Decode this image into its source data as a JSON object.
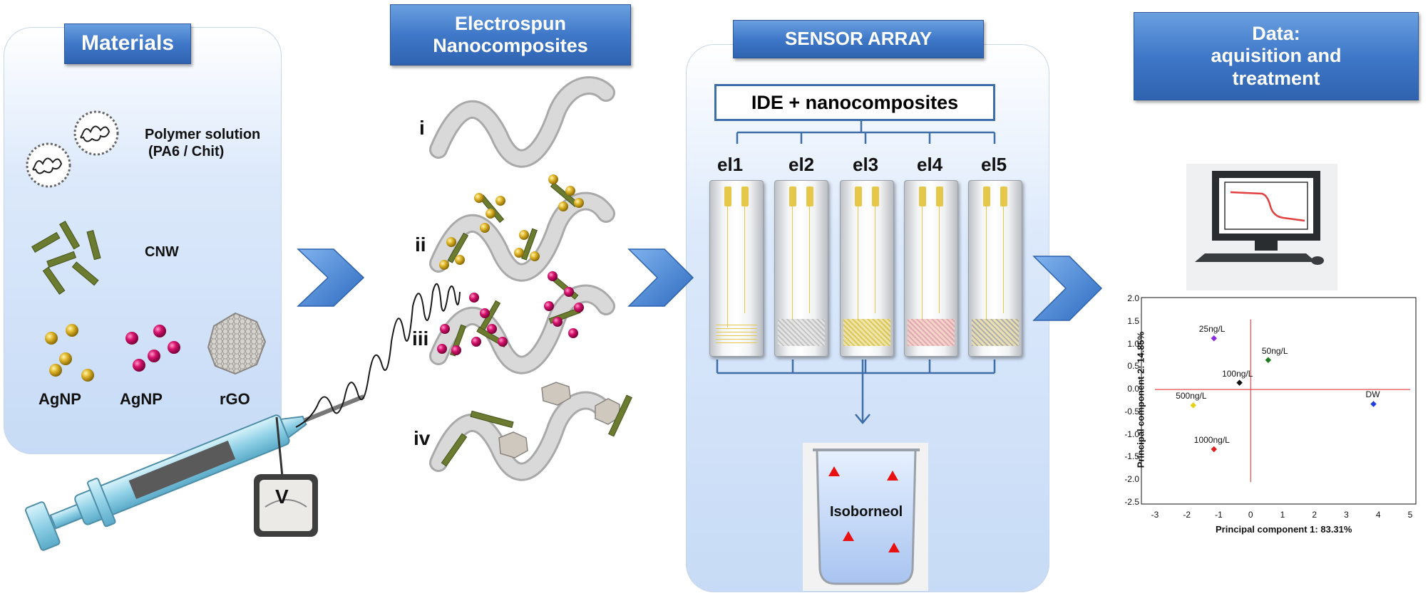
{
  "titles": {
    "materials": "Materials",
    "electrospun_line1": "Electrospun",
    "electrospun_line2": "Nanocomposites",
    "sensor_array": "SENSOR ARRAY",
    "data_line1": "Data:",
    "data_line2": "aquisition and",
    "data_line3": "treatment"
  },
  "materials": {
    "polymer_line1": "Polymer solution",
    "polymer_line2": "(PA6 / Chit)",
    "cnw": "CNW",
    "agnp1": "AgNP",
    "agnp2": "AgNP",
    "rgo": "rGO"
  },
  "fibers": [
    "i",
    "ii",
    "iii",
    "iv"
  ],
  "voltmeter": "V",
  "sensor": {
    "ide_label": "IDE + nanocomposites",
    "electrodes": [
      "el1",
      "el2",
      "el3",
      "el4",
      "el5"
    ],
    "beaker_label": "Isoborneol"
  },
  "colors": {
    "title_blue": "#3f78c8",
    "arrow_blue": "#3f7fd0",
    "gold_np": "#d4a61e",
    "pink_np": "#d6136e",
    "cnw_green": "#5b6b2a"
  },
  "chart_data": {
    "type": "scatter",
    "xlabel": "Principal component 1: 83.31%",
    "ylabel": "Principal component 2: 14.85%",
    "xlim": [
      -3,
      5
    ],
    "ylim": [
      -2.5,
      2.0
    ],
    "xticks": [
      "-3",
      "-2",
      "-1",
      "0",
      "1",
      "2",
      "3",
      "4",
      "5"
    ],
    "yticks": [
      "2.0",
      "1.5",
      "1.0",
      "0.5",
      "0.0",
      "-0.5",
      "-1.0",
      "-1.5",
      "-2.0",
      "-2.5"
    ],
    "points": [
      {
        "label": "25ng/L",
        "x": -1.15,
        "y": 1.13,
        "color": "#8a2be2"
      },
      {
        "label": "50ng/L",
        "x": 0.55,
        "y": 0.65,
        "color": "#1e7a1e"
      },
      {
        "label": "100ng/L",
        "x": -0.35,
        "y": 0.15,
        "color": "#111111"
      },
      {
        "label": "500ng/L",
        "x": -1.8,
        "y": -0.35,
        "color": "#e6d21a"
      },
      {
        "label": "1000ng/L",
        "x": -1.15,
        "y": -1.32,
        "color": "#e02020"
      },
      {
        "label": "DW",
        "x": 3.85,
        "y": -0.32,
        "color": "#1f3fd8"
      }
    ],
    "grid": false,
    "reference_lines": "red lines at x=0 and y=0"
  }
}
